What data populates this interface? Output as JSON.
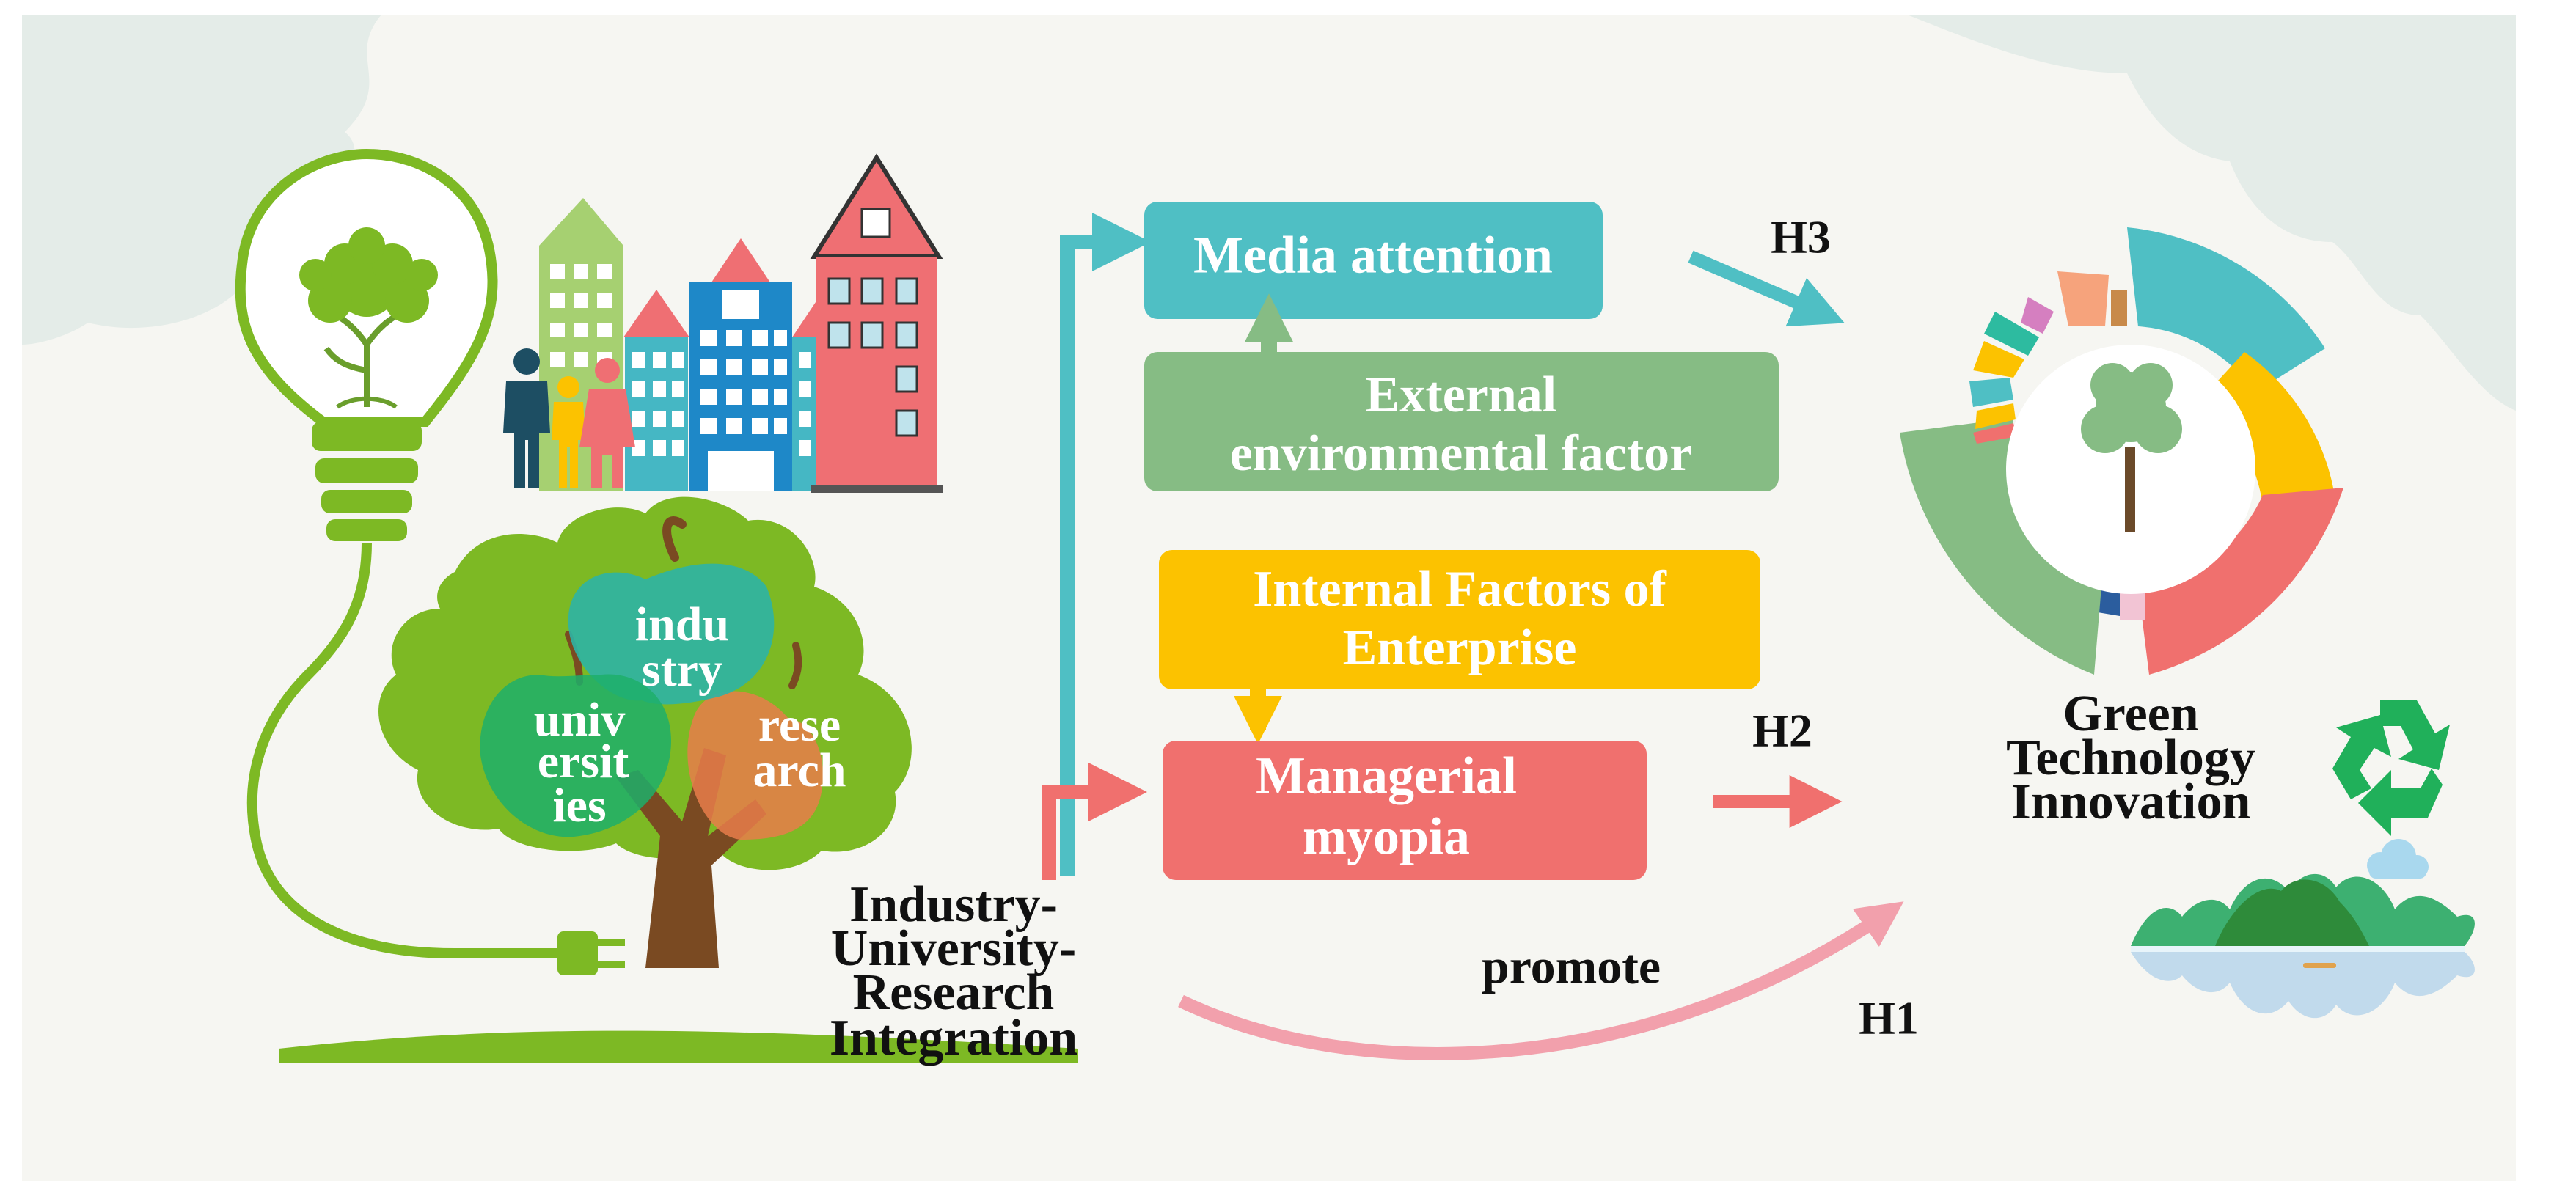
{
  "nodes": {
    "media_attention": "Media attention",
    "external_line1": "External",
    "external_line2": "environmental factor",
    "internal_line1": "Internal Factors of",
    "internal_line2": "Enterprise",
    "managerial_line1": "Managerial",
    "managerial_line2": "myopia",
    "green_line1": "Green",
    "green_line2": "Technology",
    "green_line3": "Innovation",
    "iur_line1": "Industry-",
    "iur_line2": "University-",
    "iur_line3": "Research",
    "iur_line4": "Integration"
  },
  "apples": {
    "industry_1": "indu",
    "industry_2": "stry",
    "universities_1": "univ",
    "universities_2": "ersit",
    "universities_3": "ies",
    "research_1": "rese",
    "research_2": "arch"
  },
  "labels": {
    "h1": "H1",
    "h2": "H2",
    "h3": "H3",
    "promote": "promote"
  },
  "colors": {
    "teal": "#4fbfc4",
    "green_box": "#86bc84",
    "yellow": "#fcc200",
    "red": "#f0706e",
    "pink": "#f2a0ac",
    "lime": "#7db924",
    "dark_green": "#2e8b3a",
    "background": "#f6f6f2"
  },
  "icons": {
    "bulb": "light-bulb-tree-icon",
    "city": "city-buildings-icon",
    "family": "family-icon",
    "recycle": "recycle-icon",
    "cloud": "cloud-icon",
    "landscape": "mountain-lake-icon"
  }
}
